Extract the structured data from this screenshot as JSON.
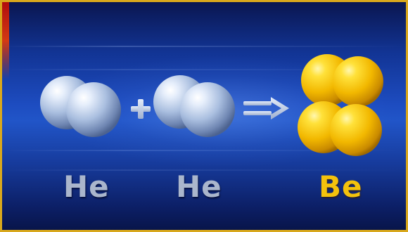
{
  "reaction": {
    "reactant_1": "He",
    "reactant_2": "He",
    "product": "Be",
    "plus_symbol": "+",
    "arrow_symbol": "=>"
  },
  "colors": {
    "helium_sphere": "#b4c8e8",
    "beryllium_sphere": "#f2c200",
    "border": "#d9a81c",
    "background": "#1d4cc0",
    "he_label": "#aab6cc",
    "be_label": "#f4c20d"
  }
}
